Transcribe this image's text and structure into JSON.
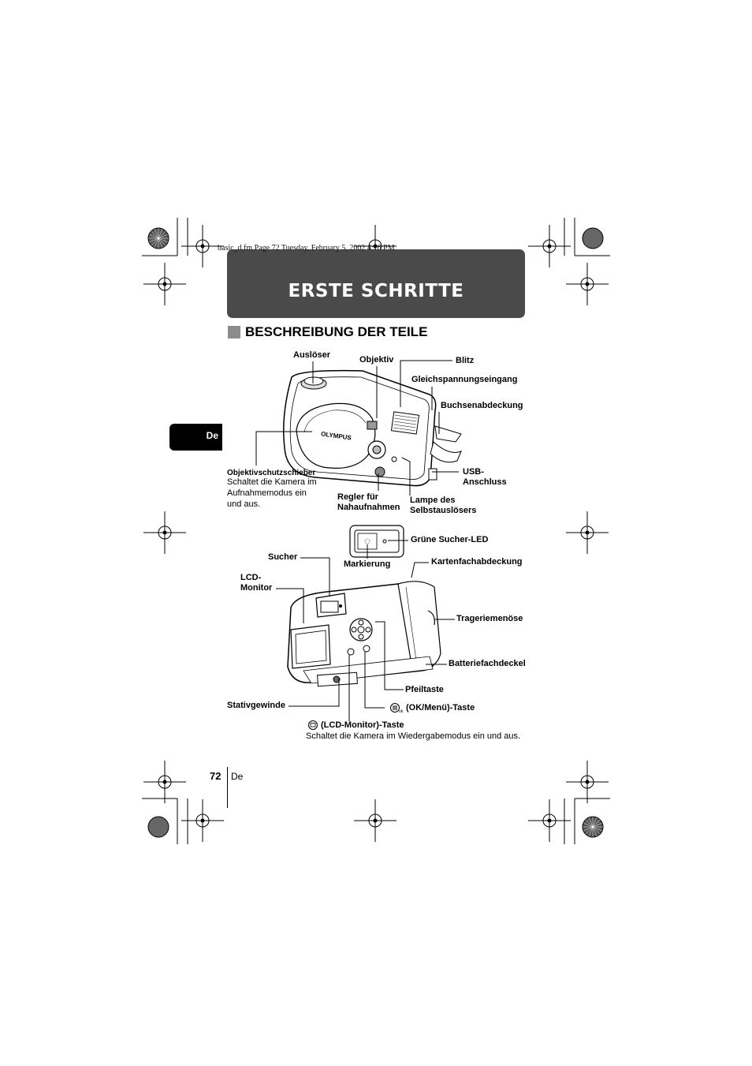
{
  "header": {
    "file_info": "basic_d.fm  Page 72  Tuesday, February 5, 2002  4:16 PM",
    "chapter_title": "ERSTE SCHRITTE"
  },
  "section": {
    "title": "BESCHREIBUNG DER TEILE"
  },
  "side_tab": {
    "label": "De"
  },
  "front_view": {
    "labels": {
      "ausloeser": "Auslöser",
      "objektiv": "Objektiv",
      "blitz": "Blitz",
      "gleichspannung": "Gleichspannungseingang",
      "buchsenabdeckung": "Buchsenabdeckung",
      "objektivschutz": "Objektivschutzschieber",
      "objektivschutz_desc_1": "Schaltet die Kamera im",
      "objektivschutz_desc_2": "Aufnahmemodus ein",
      "objektivschutz_desc_3": "und aus.",
      "usb_1": "USB-",
      "usb_2": "Anschluss",
      "regler_1": "Regler für",
      "regler_2": "Nahaufnahmen",
      "lampe_1": "Lampe des",
      "lampe_2": "Selbstauslösers"
    },
    "brand": "OLYMPUS"
  },
  "back_view": {
    "labels": {
      "gruene_led": "Grüne Sucher-LED",
      "markierung": "Markierung",
      "sucher": "Sucher",
      "kartenfach": "Kartenfachabdeckung",
      "lcd_1": "LCD-",
      "lcd_2": "Monitor",
      "trageriemen": "Trageriemenöse",
      "batterie": "Batteriefachdeckel",
      "pfeiltaste": "Pfeiltaste",
      "stativ": "Stativgewinde",
      "ok_menu": "(OK/Menü)-Taste",
      "lcd_taste": "(LCD-Monitor)-Taste",
      "lcd_taste_desc": "Schaltet die Kamera im Wiedergabemodus ein und aus."
    },
    "icons": {
      "ok_icon": "menu-ok-icon",
      "lcd_icon": "lcd-monitor-icon"
    }
  },
  "footer": {
    "page_number": "72",
    "language": "De"
  }
}
